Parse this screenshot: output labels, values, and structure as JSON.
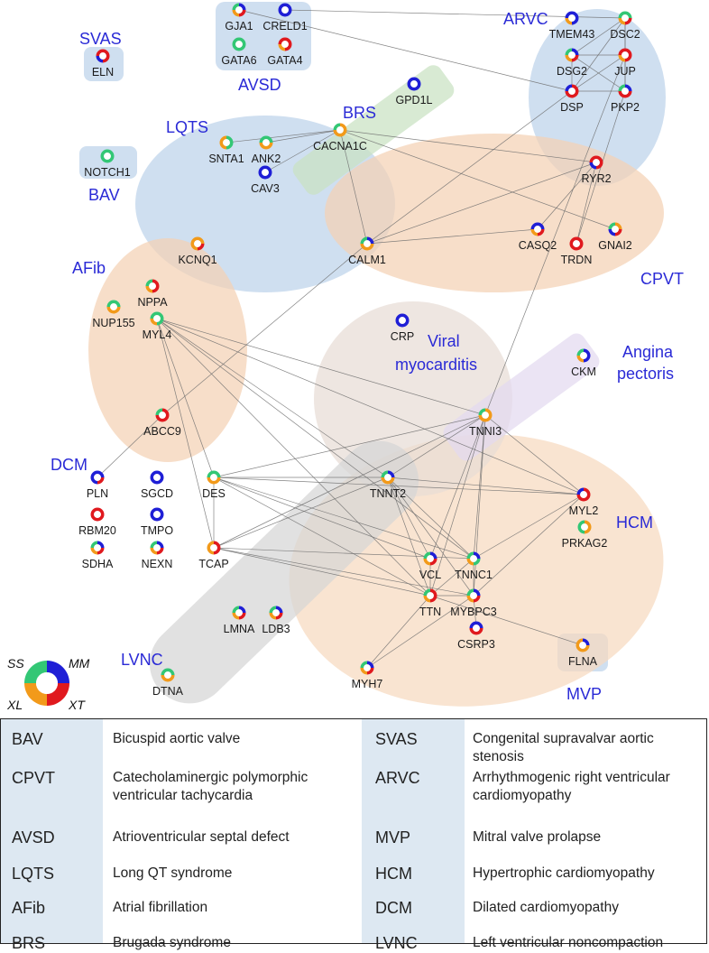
{
  "node_colors": {
    "SS": "#1f1fd6",
    "MM": "#e0191e",
    "XL": "#33c775",
    "XT": "#f29a1a"
  },
  "corner_legend": {
    "tl": "SS",
    "tr": "MM",
    "bl": "XL",
    "br": "XT"
  },
  "regions": [
    {
      "id": "ARVC",
      "label": "ARVC",
      "fill": "#bcd3ea"
    },
    {
      "id": "AVSD",
      "label": "AVSD",
      "fill": "#bcd3ea"
    },
    {
      "id": "SVAS",
      "label": "SVAS",
      "fill": "#bcd3ea"
    },
    {
      "id": "BAV",
      "label": "BAV",
      "fill": "#bcd3ea"
    },
    {
      "id": "MVP",
      "label": "MVP",
      "fill": "#bcd3ea"
    },
    {
      "id": "LQTS",
      "label": "LQTS",
      "fill": "#bcd3ea"
    },
    {
      "id": "BRS",
      "label": "BRS",
      "fill": "#c9e2c2"
    },
    {
      "id": "CPVT",
      "label": "CPVT",
      "fill": "#f4d1b4"
    },
    {
      "id": "AFib",
      "label": "AFib",
      "fill": "#f4d1b4"
    },
    {
      "id": "HCM",
      "label": "HCM",
      "fill": "#f7d9bf"
    },
    {
      "id": "VM",
      "label": "Viral myocarditis",
      "fill": "#e8dcd6"
    },
    {
      "id": "AP",
      "label": "Angina pectoris",
      "fill": "#e3d9f0"
    },
    {
      "id": "DCM",
      "label": "DCM",
      "fill": "#ffffff"
    },
    {
      "id": "LVNC",
      "label": "LVNC",
      "fill": "#d6d6d6"
    }
  ],
  "genes": [
    {
      "id": "GJA1",
      "label": "GJA1",
      "c": [
        "SS",
        "MM",
        "XT",
        "XL"
      ]
    },
    {
      "id": "CRELD1",
      "label": "CRELD1",
      "c": [
        "SS",
        "SS",
        "SS",
        "SS"
      ]
    },
    {
      "id": "GATA6",
      "label": "GATA6",
      "c": [
        "XL",
        "XL",
        "XL",
        "XL"
      ]
    },
    {
      "id": "GATA4",
      "label": "GATA4",
      "c": [
        "MM",
        "MM",
        "XT",
        "MM"
      ]
    },
    {
      "id": "ELN",
      "label": "ELN",
      "c": [
        "MM",
        "MM",
        "SS",
        "MM"
      ]
    },
    {
      "id": "NOTCH1",
      "label": "NOTCH1",
      "c": [
        "XL",
        "XL",
        "XL",
        "XL"
      ]
    },
    {
      "id": "GPD1L",
      "label": "GPD1L",
      "c": [
        "SS",
        "SS",
        "SS",
        "SS"
      ]
    },
    {
      "id": "TMEM43",
      "label": "TMEM43",
      "c": [
        "SS",
        "SS",
        "XT",
        "SS"
      ]
    },
    {
      "id": "DSC2",
      "label": "DSC2",
      "c": [
        "XL",
        "MM",
        "XT",
        "XL"
      ]
    },
    {
      "id": "DSG2",
      "label": "DSG2",
      "c": [
        "SS",
        "MM",
        "XT",
        "XL"
      ]
    },
    {
      "id": "JUP",
      "label": "JUP",
      "c": [
        "MM",
        "MM",
        "XT",
        "MM"
      ]
    },
    {
      "id": "DSP",
      "label": "DSP",
      "c": [
        "MM",
        "MM",
        "MM",
        "SS"
      ]
    },
    {
      "id": "PKP2",
      "label": "PKP2",
      "c": [
        "SS",
        "MM",
        "MM",
        "XL"
      ]
    },
    {
      "id": "SNTA1",
      "label": "SNTA1",
      "c": [
        "XL",
        "XL",
        "XT",
        "XT"
      ]
    },
    {
      "id": "ANK2",
      "label": "ANK2",
      "c": [
        "XL",
        "XT",
        "XT",
        "XL"
      ]
    },
    {
      "id": "CAV3",
      "label": "CAV3",
      "c": [
        "SS",
        "SS",
        "SS",
        "SS"
      ]
    },
    {
      "id": "CACNA1C",
      "label": "CACNA1C",
      "c": [
        "XT",
        "XT",
        "XT",
        "XL"
      ]
    },
    {
      "id": "RYR2",
      "label": "RYR2",
      "c": [
        "MM",
        "MM",
        "SS",
        "MM"
      ]
    },
    {
      "id": "KCNQ1",
      "label": "KCNQ1",
      "c": [
        "XT",
        "MM",
        "XT",
        "XT"
      ]
    },
    {
      "id": "CALM1",
      "label": "CALM1",
      "c": [
        "SS",
        "XT",
        "XT",
        "XL"
      ]
    },
    {
      "id": "CASQ2",
      "label": "CASQ2",
      "c": [
        "SS",
        "MM",
        "XT",
        "SS"
      ]
    },
    {
      "id": "TRDN",
      "label": "TRDN",
      "c": [
        "MM",
        "MM",
        "MM",
        "MM"
      ]
    },
    {
      "id": "GNAI2",
      "label": "GNAI2",
      "c": [
        "XT",
        "MM",
        "SS",
        "XL"
      ]
    },
    {
      "id": "NPPA",
      "label": "NPPA",
      "c": [
        "MM",
        "MM",
        "XT",
        "XL"
      ]
    },
    {
      "id": "NUP155",
      "label": "NUP155",
      "c": [
        "XL",
        "XT",
        "XT",
        "XL"
      ]
    },
    {
      "id": "MYL4",
      "label": "MYL4",
      "c": [
        "XL",
        "XL",
        "XT",
        "XL"
      ]
    },
    {
      "id": "CRP",
      "label": "CRP",
      "c": [
        "SS",
        "SS",
        "SS",
        "SS"
      ]
    },
    {
      "id": "CKM",
      "label": "CKM",
      "c": [
        "SS",
        "SS",
        "XT",
        "XL"
      ]
    },
    {
      "id": "ABCC9",
      "label": "ABCC9",
      "c": [
        "MM",
        "MM",
        "MM",
        "XL"
      ]
    },
    {
      "id": "TNNI3",
      "label": "TNNI3",
      "c": [
        "XT",
        "XT",
        "XT",
        "XL"
      ]
    },
    {
      "id": "PLN",
      "label": "PLN",
      "c": [
        "SS",
        "MM",
        "SS",
        "SS"
      ]
    },
    {
      "id": "SGCD",
      "label": "SGCD",
      "c": [
        "SS",
        "SS",
        "SS",
        "SS"
      ]
    },
    {
      "id": "DES",
      "label": "DES",
      "c": [
        "XL",
        "XT",
        "XT",
        "XL"
      ]
    },
    {
      "id": "TNNT2",
      "label": "TNNT2",
      "c": [
        "SS",
        "XT",
        "XT",
        "XL"
      ]
    },
    {
      "id": "MYL2",
      "label": "MYL2",
      "c": [
        "MM",
        "MM",
        "MM",
        "SS"
      ]
    },
    {
      "id": "RBM20",
      "label": "RBM20",
      "c": [
        "MM",
        "MM",
        "MM",
        "MM"
      ]
    },
    {
      "id": "TMPO",
      "label": "TMPO",
      "c": [
        "SS",
        "SS",
        "SS",
        "SS"
      ]
    },
    {
      "id": "PRKAG2",
      "label": "PRKAG2",
      "c": [
        "XT",
        "XT",
        "XL",
        "XL"
      ]
    },
    {
      "id": "SDHA",
      "label": "SDHA",
      "c": [
        "SS",
        "MM",
        "XT",
        "XL"
      ]
    },
    {
      "id": "NEXN",
      "label": "NEXN",
      "c": [
        "SS",
        "MM",
        "XT",
        "XL"
      ]
    },
    {
      "id": "TCAP",
      "label": "TCAP",
      "c": [
        "MM",
        "MM",
        "XT",
        "XT"
      ]
    },
    {
      "id": "VCL",
      "label": "VCL",
      "c": [
        "SS",
        "MM",
        "XT",
        "XL"
      ]
    },
    {
      "id": "TNNC1",
      "label": "TNNC1",
      "c": [
        "SS",
        "XL",
        "XT",
        "XL"
      ]
    },
    {
      "id": "TTN",
      "label": "TTN",
      "c": [
        "MM",
        "MM",
        "XT",
        "XL"
      ]
    },
    {
      "id": "MYBPC3",
      "label": "MYBPC3",
      "c": [
        "SS",
        "MM",
        "XT",
        "XL"
      ]
    },
    {
      "id": "LMNA",
      "label": "LMNA",
      "c": [
        "SS",
        "MM",
        "XT",
        "XL"
      ]
    },
    {
      "id": "LDB3",
      "label": "LDB3",
      "c": [
        "SS",
        "MM",
        "XT",
        "XL"
      ]
    },
    {
      "id": "CSRP3",
      "label": "CSRP3",
      "c": [
        "SS",
        "MM",
        "MM",
        "SS"
      ]
    },
    {
      "id": "FLNA",
      "label": "FLNA",
      "c": [
        "SS",
        "XT",
        "XT",
        "XT"
      ]
    },
    {
      "id": "DTNA",
      "label": "DTNA",
      "c": [
        "XL",
        "XT",
        "XT",
        "XL"
      ]
    },
    {
      "id": "MYH7",
      "label": "MYH7",
      "c": [
        "SS",
        "MM",
        "XT",
        "XL"
      ]
    }
  ],
  "edges": [
    [
      "GJA1",
      "DSP"
    ],
    [
      "CRELD1",
      "DSC2"
    ],
    [
      "DSC2",
      "DSG2"
    ],
    [
      "DSC2",
      "JUP"
    ],
    [
      "DSC2",
      "DSP"
    ],
    [
      "DSC2",
      "PKP2"
    ],
    [
      "DSG2",
      "JUP"
    ],
    [
      "DSG2",
      "DSP"
    ],
    [
      "DSG2",
      "PKP2"
    ],
    [
      "JUP",
      "DSP"
    ],
    [
      "JUP",
      "PKP2"
    ],
    [
      "DSP",
      "PKP2"
    ],
    [
      "DSP",
      "CALM1"
    ],
    [
      "PKP2",
      "TRDN"
    ],
    [
      "JUP",
      "TNNI3"
    ],
    [
      "SNTA1",
      "CACNA1C"
    ],
    [
      "ANK2",
      "CACNA1C"
    ],
    [
      "CAV3",
      "CACNA1C"
    ],
    [
      "CACNA1C",
      "RYR2"
    ],
    [
      "CACNA1C",
      "CALM1"
    ],
    [
      "CACNA1C",
      "GNAI2"
    ],
    [
      "RYR2",
      "CALM1"
    ],
    [
      "RYR2",
      "TRDN"
    ],
    [
      "CASQ2",
      "RYR2"
    ],
    [
      "CASQ2",
      "CALM1"
    ],
    [
      "CALM1",
      "ABCC9"
    ],
    [
      "MYL4",
      "TNNI3"
    ],
    [
      "MYL4",
      "TNNT2"
    ],
    [
      "MYL4",
      "TCAP"
    ],
    [
      "MYL4",
      "DES"
    ],
    [
      "MYL4",
      "MYL2"
    ],
    [
      "MYL4",
      "TNNC1"
    ],
    [
      "MYL4",
      "TTN"
    ],
    [
      "ABCC9",
      "PLN"
    ],
    [
      "DES",
      "TNNI3"
    ],
    [
      "DES",
      "TNNT2"
    ],
    [
      "DES",
      "MYL2"
    ],
    [
      "DES",
      "VCL"
    ],
    [
      "DES",
      "TNNC1"
    ],
    [
      "DES",
      "TTN"
    ],
    [
      "DES",
      "TCAP"
    ],
    [
      "TCAP",
      "TNNI3"
    ],
    [
      "TCAP",
      "TNNT2"
    ],
    [
      "TCAP",
      "TTN"
    ],
    [
      "TCAP",
      "MYBPC3"
    ],
    [
      "TCAP",
      "TNNC1"
    ],
    [
      "TNNI3",
      "TNNT2"
    ],
    [
      "TNNI3",
      "MYL2"
    ],
    [
      "TNNI3",
      "VCL"
    ],
    [
      "TNNI3",
      "TNNC1"
    ],
    [
      "TNNI3",
      "TTN"
    ],
    [
      "TNNI3",
      "MYBPC3"
    ],
    [
      "TNNT2",
      "MYL2"
    ],
    [
      "TNNT2",
      "VCL"
    ],
    [
      "TNNT2",
      "TNNC1"
    ],
    [
      "TNNT2",
      "TTN"
    ],
    [
      "TNNT2",
      "MYBPC3"
    ],
    [
      "MYL2",
      "TNNC1"
    ],
    [
      "MYL2",
      "MYBPC3"
    ],
    [
      "VCL",
      "TTN"
    ],
    [
      "TNNC1",
      "TTN"
    ],
    [
      "TNNC1",
      "MYBPC3"
    ],
    [
      "TTN",
      "MYBPC3"
    ],
    [
      "TTN",
      "MYH7"
    ],
    [
      "MYBPC3",
      "MYH7"
    ],
    [
      "TTN",
      "FLNA"
    ],
    [
      "MYBPC3",
      "CSRP3"
    ]
  ],
  "table": {
    "left": [
      {
        "abbr": "BAV",
        "full": "Bicuspid aortic valve"
      },
      {
        "abbr": "CPVT",
        "full": "Catecholaminergic polymorphic ventricular tachycardia"
      },
      {
        "abbr": "AVSD",
        "full": "Atrioventricular septal defect"
      },
      {
        "abbr": "LQTS",
        "full": "Long QT syndrome"
      },
      {
        "abbr": "AFib",
        "full": "Atrial fibrillation"
      },
      {
        "abbr": "BRS",
        "full": "Brugada syndrome"
      }
    ],
    "right": [
      {
        "abbr": "SVAS",
        "full": "Congenital supravalvar aortic stenosis"
      },
      {
        "abbr": "ARVC",
        "full": "Arrhythmogenic right ventricular cardiomyopathy"
      },
      {
        "abbr": "MVP",
        "full": "Mitral valve prolapse"
      },
      {
        "abbr": "HCM",
        "full": "Hypertrophic cardiomyopathy"
      },
      {
        "abbr": "DCM",
        "full": "Dilated cardiomyopathy"
      },
      {
        "abbr": "LVNC",
        "full": "Left ventricular noncompaction"
      }
    ]
  }
}
